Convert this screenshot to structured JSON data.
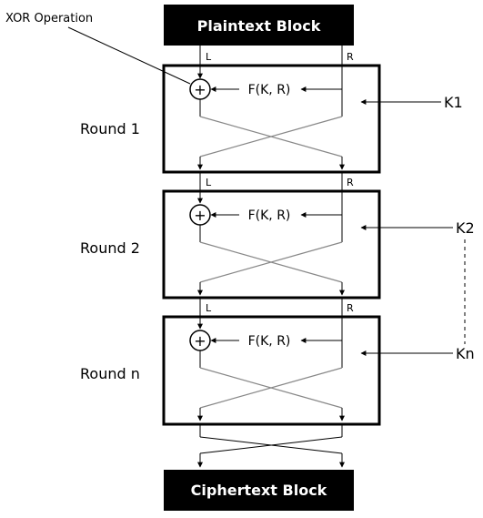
{
  "annotation": {
    "xor_label": "XOR Operation"
  },
  "plaintext_label": "Plaintext Block",
  "ciphertext_label": "Ciphertext Block",
  "half_labels": {
    "left": "L",
    "right": "R"
  },
  "function_label": "F(K, R)",
  "xor_symbol": "+",
  "rounds": [
    {
      "label": "Round 1",
      "key": "K1"
    },
    {
      "label": "Round 2",
      "key": "K2"
    },
    {
      "label": "Round n",
      "key": "Kn"
    }
  ]
}
